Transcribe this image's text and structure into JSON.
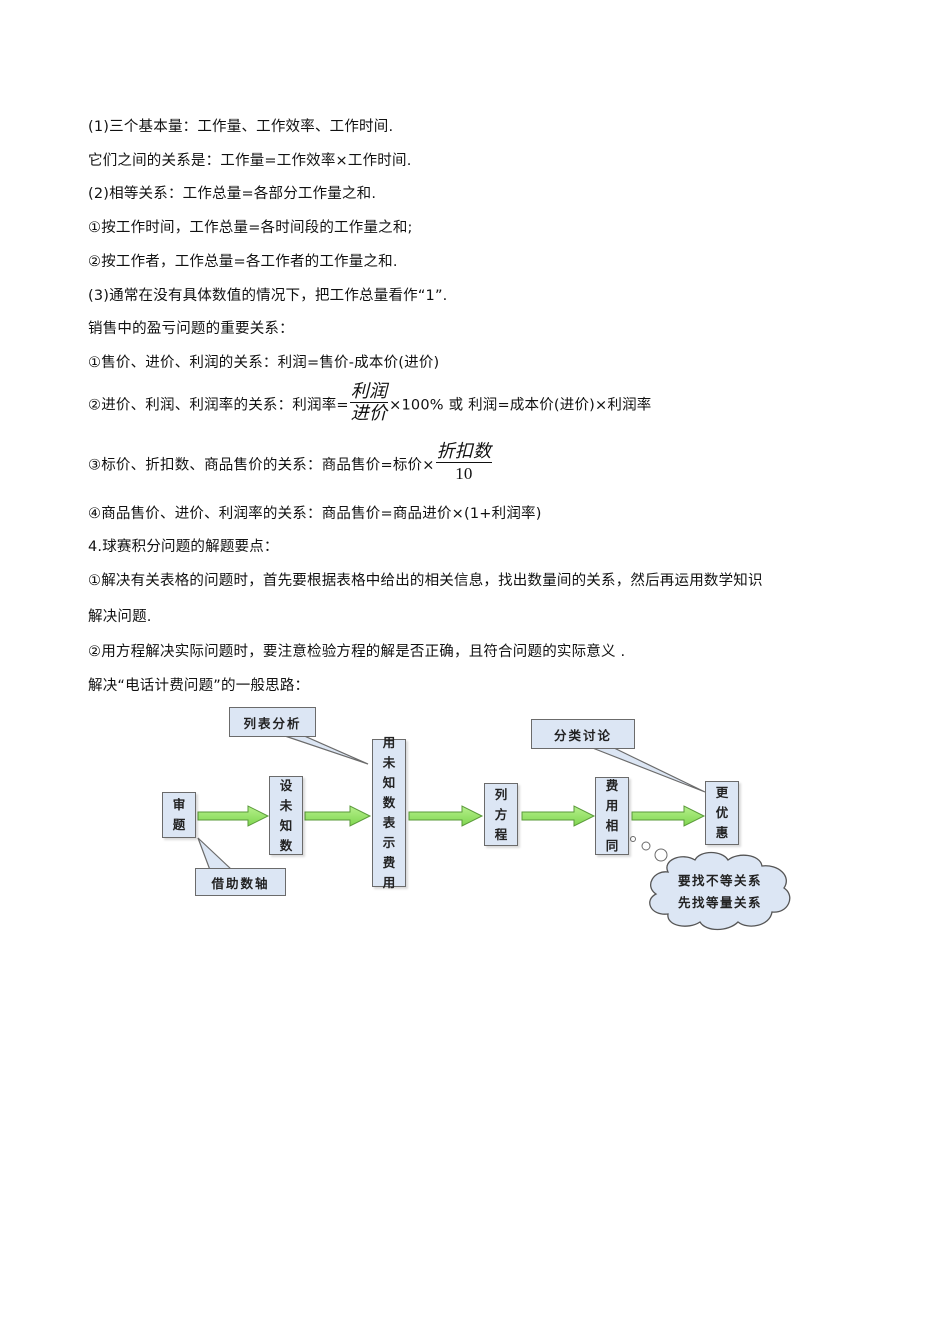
{
  "lines": {
    "l1": "(1)三个基本量：工作量、工作效率、工作时间.",
    "l2": "它们之间的关系是：工作量=工作效率×工作时间.",
    "l3": "(2)相等关系：工作总量=各部分工作量之和.",
    "l4": "①按工作时间，工作总量=各时间段的工作量之和;",
    "l5": "②按工作者，工作总量=各工作者的工作量之和.",
    "l6": "(3)通常在没有具体数值的情况下，把工作总量看作“1”.",
    "l7": "销售中的盈亏问题的重要关系：",
    "l8": "①售价、进价、利润的关系：利润=售价-成本价(进价)",
    "l9": {
      "prefix": "②进价、利润、利润率的关系：利润率=",
      "frac_num": "利润",
      "frac_den": "进价",
      "suffix": "×100% 或 利润=成本价(进价)×利润率"
    },
    "l10": {
      "prefix": "③标价、折扣数、商品售价的关系：商品售价=标价×",
      "frac_num": "折扣数",
      "frac_den": "10"
    },
    "l11": "④商品售价、进价、利润率的关系：商品售价=商品进价×(1+利润率)",
    "l12": "4.球赛积分问题的解题要点：",
    "l13": "①解决有关表格的问题时，首先要根据表格中给出的相关信息，找出数量间的关系，然后再运用数学知识",
    "l14": "解决问题.",
    "l15": "②用方程解决实际问题时，要注意检验方程的解是否正确，且符合问题的实际意义 .",
    "l16": "解决“电话计费问题”的一般思路："
  },
  "diagram": {
    "steps": [
      {
        "chars": [
          "审",
          "题"
        ]
      },
      {
        "chars": [
          "设",
          "未",
          "知",
          "数"
        ]
      },
      {
        "chars": [
          "用",
          "未",
          "知",
          "数",
          "表",
          "示",
          "费",
          "用"
        ]
      },
      {
        "chars": [
          "列",
          "方",
          "程"
        ]
      },
      {
        "chars": [
          "费",
          "用",
          "相",
          "同"
        ]
      },
      {
        "chars": [
          "更",
          "优",
          "惠"
        ]
      }
    ],
    "callouts": {
      "list_analysis": "列表分析",
      "number_line": "借助数轴",
      "case_discussion": "分类讨论"
    },
    "cloud": {
      "line1": "要找不等关系",
      "line2": "先找等量关系"
    },
    "colors": {
      "box_fill": "#dce6f4",
      "box_border": "#6b6b6b",
      "arrow_fill": "#8fe060",
      "arrow_border": "#5a9a3a"
    }
  }
}
